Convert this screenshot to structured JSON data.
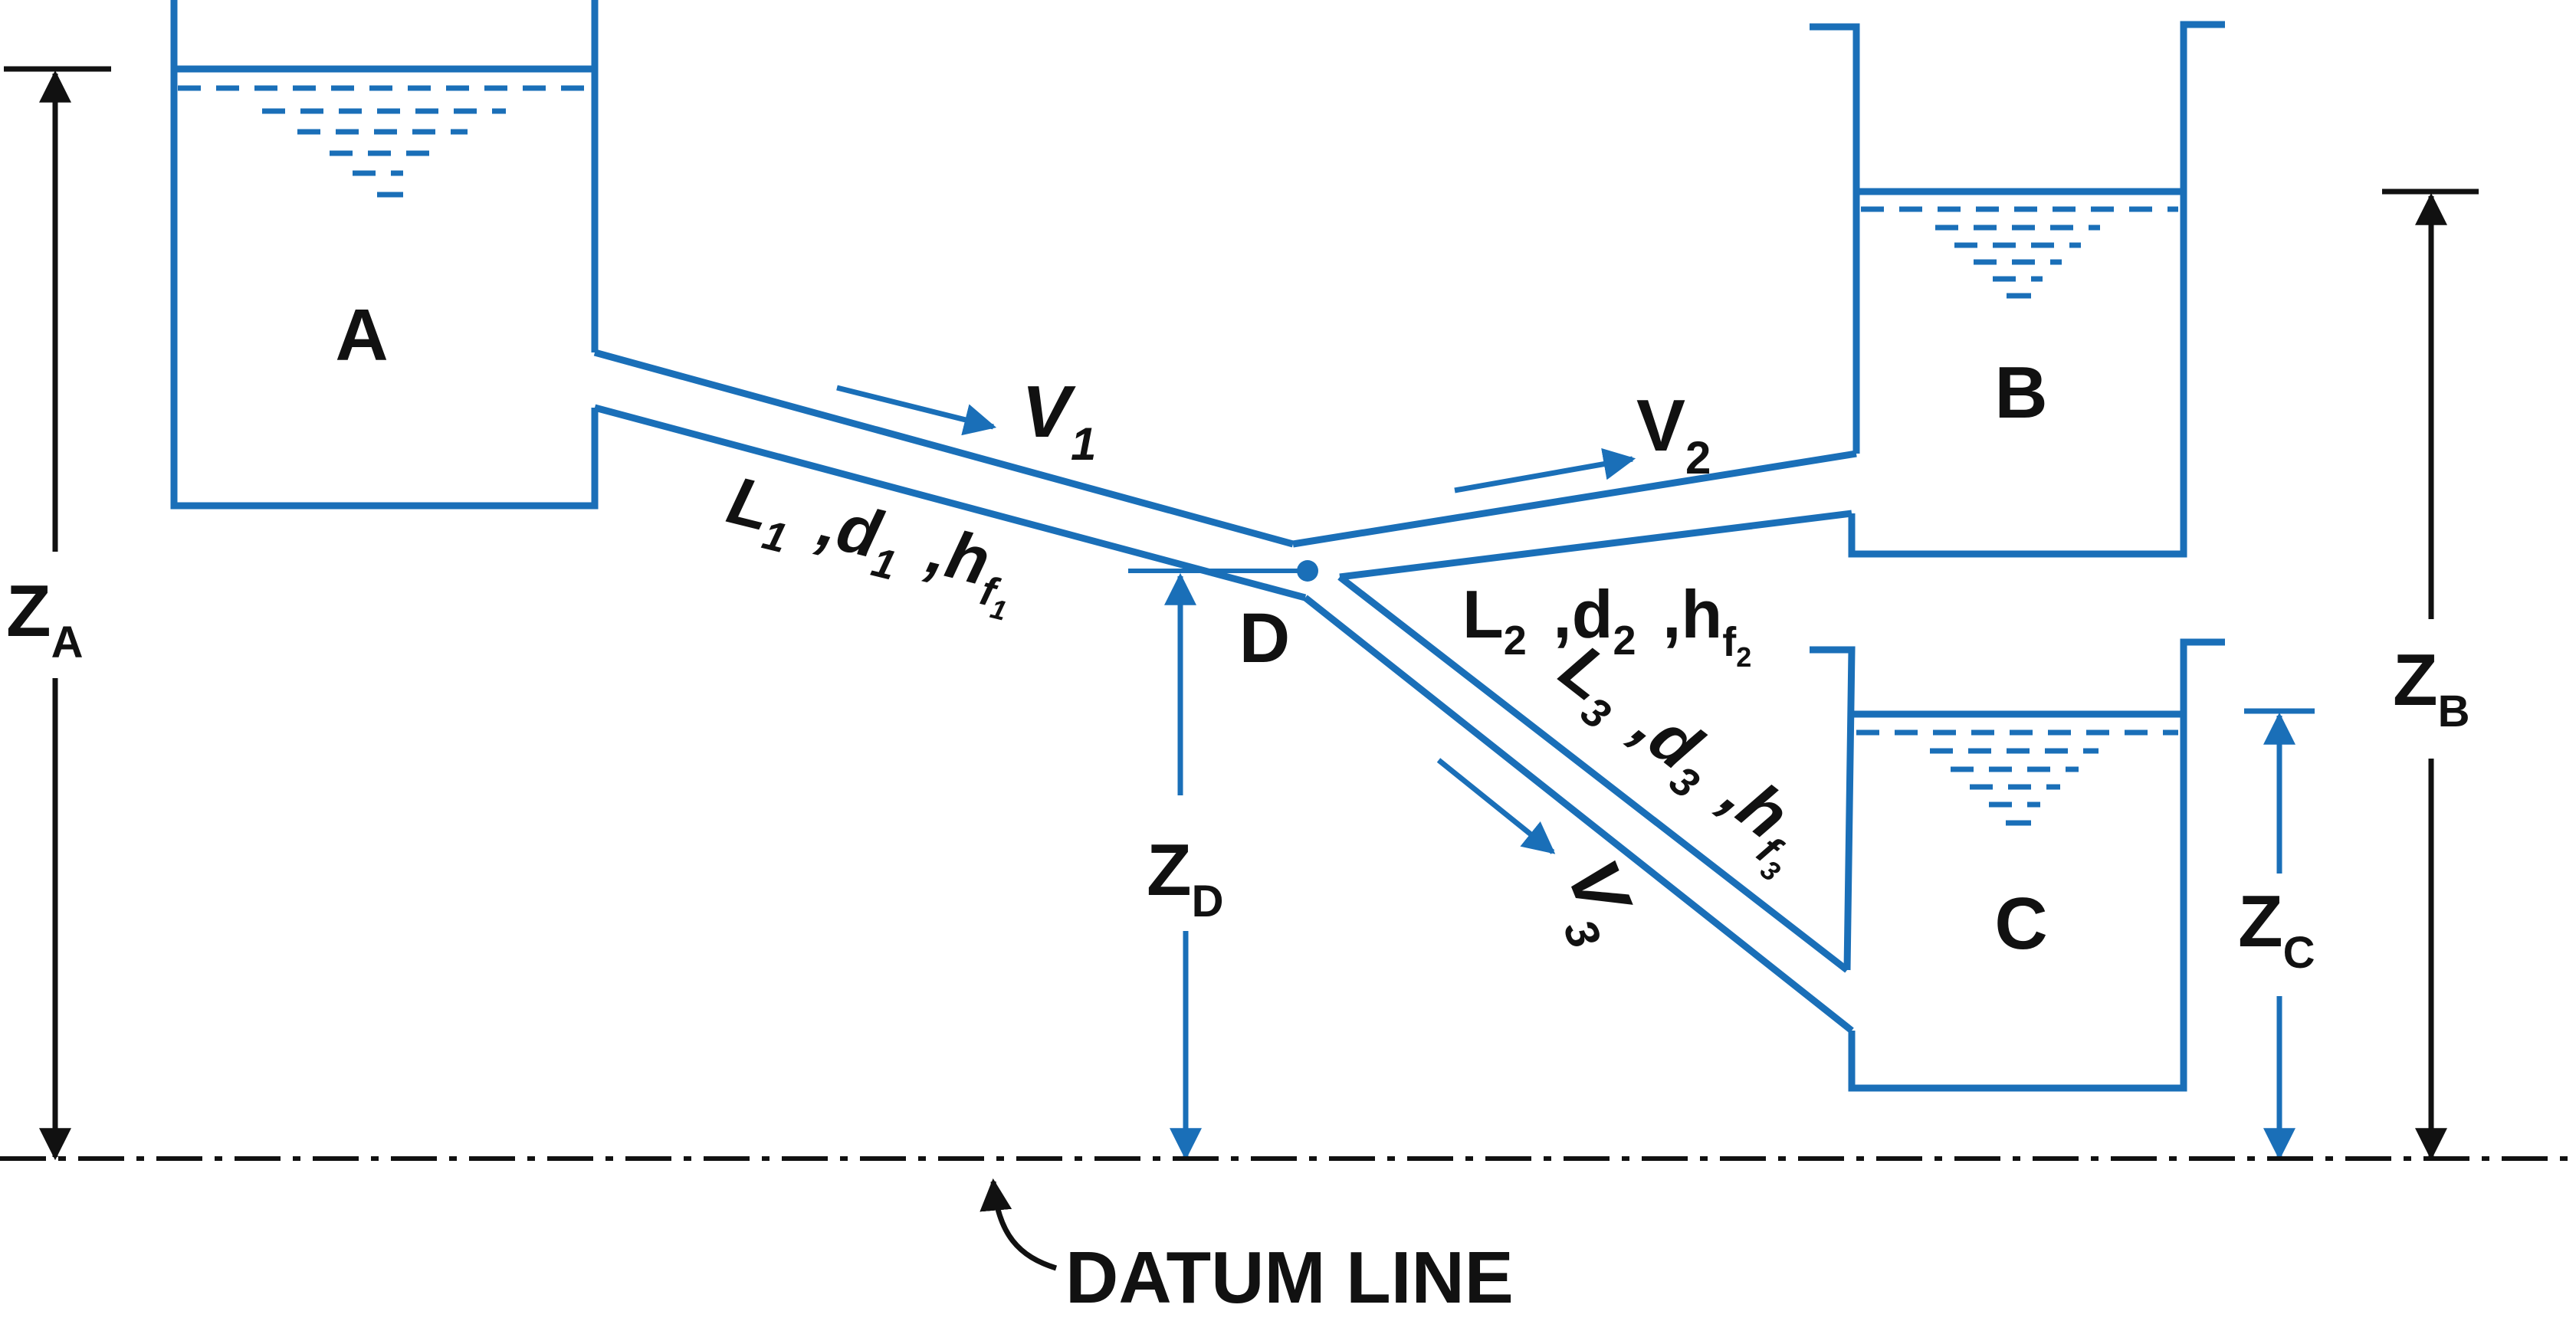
{
  "colors": {
    "blue": "#1a6fb8",
    "black": "#111111"
  },
  "reservoirs": [
    {
      "label": "A"
    },
    {
      "label": "B"
    },
    {
      "label": "C"
    }
  ],
  "junction": {
    "label": "D"
  },
  "pipes": [
    {
      "L": "L",
      "L_sub": "1",
      "d": "d",
      "d_sub": "1",
      "h": "h",
      "h_sub": "f",
      "h_subsub": "1",
      "V": "V",
      "V_sub": "1"
    },
    {
      "L": "L",
      "L_sub": "2",
      "d": "d",
      "d_sub": "2",
      "h": "h",
      "h_sub": "f",
      "h_subsub": "2",
      "V": "V",
      "V_sub": "2"
    },
    {
      "L": "L",
      "L_sub": "3",
      "d": "d",
      "d_sub": "3",
      "h": "h",
      "h_sub": "f",
      "h_subsub": "3",
      "V": "V",
      "V_sub": "3"
    }
  ],
  "elevations": [
    {
      "name": "Z",
      "sub": "A"
    },
    {
      "name": "Z",
      "sub": "B"
    },
    {
      "name": "Z",
      "sub": "C"
    },
    {
      "name": "Z",
      "sub": "D"
    }
  ],
  "sep": ",",
  "datum": {
    "label": "DATUM LINE"
  }
}
